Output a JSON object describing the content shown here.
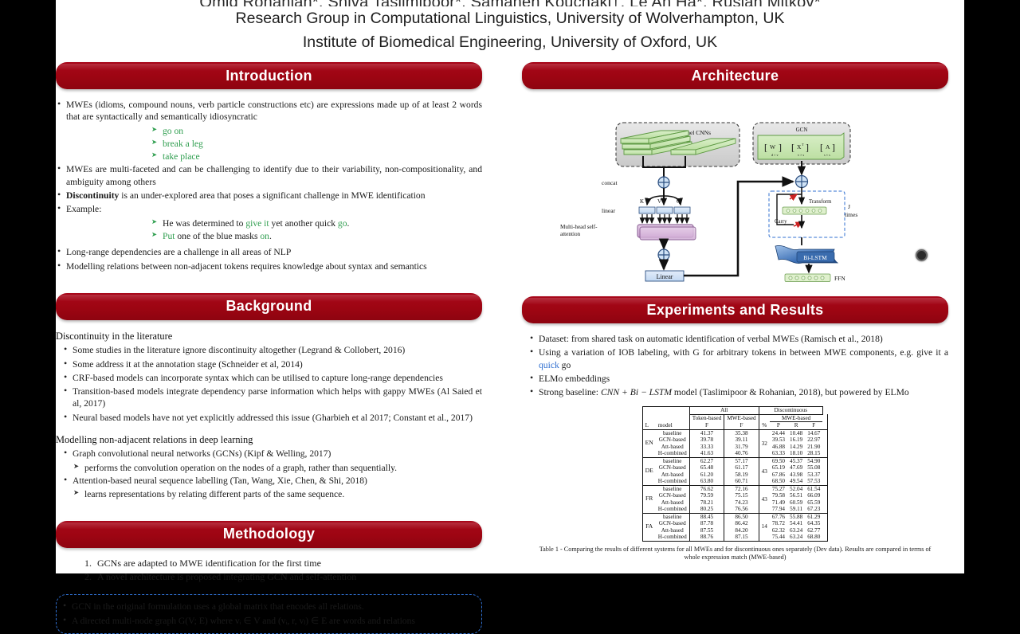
{
  "poster": {
    "authors": "Omid Rohanian*, Shiva Taslimipoor*, Samaneh Kouchaki†, Le An Ha*, Ruslan Mitkov*",
    "affiliation_1": "Research Group in Computational Linguistics, University of Wolverhampton, UK",
    "affiliation_2": "Institute of Biomedical Engineering, University of Oxford, UK",
    "accent_color": "#a8071a",
    "green_color": "#2f9e4f",
    "blue_color": "#2f6fd0"
  },
  "introduction": {
    "title": "Introduction",
    "bullets": [
      "MWEs (idioms, compound nouns, verb particle constructions etc) are expressions made up of at least 2 words that are syntactically and semantically idiosyncratic"
    ],
    "examples_1": [
      "go on",
      "break a leg",
      "take place"
    ],
    "bullets_2": [
      "MWEs are multi-faceted and can be challenging to identify due to their variability, non-compositionality, and ambiguity among others"
    ],
    "discontinuity_bold": "Discontinuity",
    "discontinuity_rest": " is an under-explored area that poses a significant challenge in MWE identification",
    "example_label": "Example:",
    "example_2a_pre": "He was determined to ",
    "example_2a_mwe1": "give it",
    "example_2a_mid": " yet another quick ",
    "example_2a_mwe2": "go",
    "example_2a_post": ".",
    "example_2b_mwe1": "Put",
    "example_2b_mid": " one of the blue masks ",
    "example_2b_mwe2": "on",
    "example_2b_post": ".",
    "bullets_3": [
      "Long-range dependencies are a challenge in all areas of NLP",
      "Modelling relations between non-adjacent tokens requires knowledge about syntax and semantics"
    ]
  },
  "background": {
    "title": "Background",
    "subhead_1": "Discontinuity in the literature",
    "bullets_1": [
      "Some studies in the literature ignore discontinuity altogether (Legrand & Collobert, 2016)",
      "Some address it at the annotation stage (Schneider et al, 2014)",
      "CRF-based models can incorporate syntax which can be utilised to capture long-range dependencies",
      "Transition-based models integrate dependency parse information which helps with gappy MWEs (Al Saied et al, 2017)",
      "Neural based models have not yet explicitly addressed this issue (Gharbieh et al 2017; Constant et al., 2017)"
    ],
    "subhead_2": "Modelling non-adjacent relations in deep learning",
    "bullet_gcn": "Graph convolutional neural networks (GCNs) (Kipf & Welling, 2017)",
    "sub_gcn": "performs the convolution operation on the nodes of a graph, rather than sequentially.",
    "bullet_attn": "Attention-based neural sequence labelling (Tan, Wang, Xie, Chen, & Shi, 2018)",
    "sub_attn": "learns representations by relating different parts of the same sequence."
  },
  "methodology": {
    "title": "Methodology",
    "numbered": [
      "GCNs are adapted to MWE identification for the first time",
      "A novel architecture is proposed integrating GCN and self-attention"
    ],
    "box_bullets": [
      "GCN in the original formulation uses a global matrix that encodes all relations.",
      "A directed multi-node graph G(V; E) where vᵢ ∈ V and (vᵢ, r, vⱼ) ∈ E are words and relations"
    ]
  },
  "architecture": {
    "title": "Architecture",
    "labels": {
      "multi_channel_cnns": "Multi-channel CNNs",
      "gcn": "GCN",
      "matrix_w": "W",
      "matrix_x": "X",
      "matrix_x_sup": "T",
      "matrix_a": "A",
      "dim_w": "d × v",
      "dim_x": "v × s",
      "dim_a": "s × s",
      "concat": "concat",
      "linear": "linear",
      "multi_head": "Multi-head self-attention",
      "k": "K",
      "v": "V",
      "q": "Q",
      "linear_box": "Linear",
      "transform": "Transform",
      "carry": "Carry",
      "j_times": "J times",
      "bilstm": "Bi-LSTM",
      "ffn": "FFN"
    }
  },
  "experiments": {
    "title": "Experiments and Results",
    "bullets": [
      "Dataset: from shared task on automatic identification of verbal MWEs (Ramisch et al., 2018)",
      "ELMo embeddings"
    ],
    "bullet_iob_pre": "Using a variation of IOB labeling, with G for arbitrary tokens in between MWE components, e.g. give it a ",
    "bullet_iob_hl": "quick",
    "bullet_iob_post": " go",
    "bullet_baseline_pre": "Strong baseline: ",
    "bullet_baseline_math": "CNN + Bi − LSTM",
    "bullet_baseline_post": " model (Taslimipoor & Rohanian, 2018), but powered by ELMo"
  },
  "results_table": {
    "caption": "Table 1 - Comparing the results of different systems for all MWEs and for discontinuous ones separately (Dev data). Results are compared in terms of whole expression match (MWE-based)",
    "group_headers": {
      "all": "All",
      "disc": "Discontinuous"
    },
    "sub_headers": {
      "token_based": "Token-based",
      "mwe_based": "MWE-based",
      "mwe_based_disc": "MWE-based",
      "f": "F",
      "pct": "%",
      "p": "P",
      "r": "R",
      "l": "L",
      "model": "model"
    },
    "rows": [
      {
        "lang": "EN",
        "pct": "32",
        "models": [
          {
            "model": "baseline",
            "all_token_f": "41.37",
            "all_mwe_f": "35.38",
            "p": "24.44",
            "r": "10.48",
            "f": "14.67",
            "bold_mwe": false,
            "bold_f": false
          },
          {
            "model": "GCN-based",
            "all_token_f": "39.78",
            "all_mwe_f": "39.11",
            "p": "39.53",
            "r": "16.19",
            "f": "22.97",
            "bold_mwe": false,
            "bold_f": false
          },
          {
            "model": "Att-based",
            "all_token_f": "33.33",
            "all_mwe_f": "31.79",
            "p": "46.88",
            "r": "14.29",
            "f": "21.90",
            "bold_mwe": false,
            "bold_f": false
          },
          {
            "model": "H-combined",
            "all_token_f": "41.63",
            "all_mwe_f": "40.76",
            "p": "63.33",
            "r": "18.10",
            "f": "28.15",
            "bold_mwe": true,
            "bold_f": true
          }
        ]
      },
      {
        "lang": "DE",
        "pct": "43",
        "models": [
          {
            "model": "baseline",
            "all_token_f": "62.27",
            "all_mwe_f": "57.17",
            "p": "69.50",
            "r": "45.37",
            "f": "54.90",
            "bold_mwe": false,
            "bold_f": false
          },
          {
            "model": "GCN-based",
            "all_token_f": "65.48",
            "all_mwe_f": "61.17",
            "p": "65.19",
            "r": "47.69",
            "f": "55.08",
            "bold_mwe": true,
            "bold_f": false
          },
          {
            "model": "Att-based",
            "all_token_f": "61.20",
            "all_mwe_f": "58.19",
            "p": "67.86",
            "r": "43.98",
            "f": "53.37",
            "bold_mwe": false,
            "bold_f": false
          },
          {
            "model": "H-combined",
            "all_token_f": "63.80",
            "all_mwe_f": "60.71",
            "p": "68.50",
            "r": "49.54",
            "f": "57.53",
            "bold_mwe": false,
            "bold_f": true
          }
        ]
      },
      {
        "lang": "FR",
        "pct": "43",
        "models": [
          {
            "model": "baseline",
            "all_token_f": "76.62",
            "all_mwe_f": "72.16",
            "p": "75.27",
            "r": "52.04",
            "f": "61.54",
            "bold_mwe": false,
            "bold_f": false
          },
          {
            "model": "GCN-based",
            "all_token_f": "79.59",
            "all_mwe_f": "75.15",
            "p": "79.58",
            "r": "56.51",
            "f": "66.09",
            "bold_mwe": false,
            "bold_f": false
          },
          {
            "model": "Att-based",
            "all_token_f": "78.21",
            "all_mwe_f": "74.23",
            "p": "71.49",
            "r": "60.59",
            "f": "65.59",
            "bold_mwe": false,
            "bold_f": false
          },
          {
            "model": "H-combined",
            "all_token_f": "80.25",
            "all_mwe_f": "76.56",
            "p": "77.94",
            "r": "59.11",
            "f": "67.23",
            "bold_mwe": true,
            "bold_f": true
          }
        ]
      },
      {
        "lang": "FA",
        "pct": "14",
        "models": [
          {
            "model": "baseline",
            "all_token_f": "88.45",
            "all_mwe_f": "86.50",
            "p": "67.76",
            "r": "55.88",
            "f": "61.29",
            "bold_mwe": false,
            "bold_f": false
          },
          {
            "model": "GCN-based",
            "all_token_f": "87.78",
            "all_mwe_f": "86.42",
            "p": "78.72",
            "r": "54.41",
            "f": "64.35",
            "bold_mwe": false,
            "bold_f": false
          },
          {
            "model": "Att-based",
            "all_token_f": "87.55",
            "all_mwe_f": "84.20",
            "p": "62.32",
            "r": "63.24",
            "f": "62.77",
            "bold_mwe": false,
            "bold_f": false
          },
          {
            "model": "H-combined",
            "all_token_f": "88.76",
            "all_mwe_f": "87.15",
            "p": "75.44",
            "r": "63.24",
            "f": "68.80",
            "bold_mwe": true,
            "bold_f": true
          }
        ]
      }
    ]
  }
}
